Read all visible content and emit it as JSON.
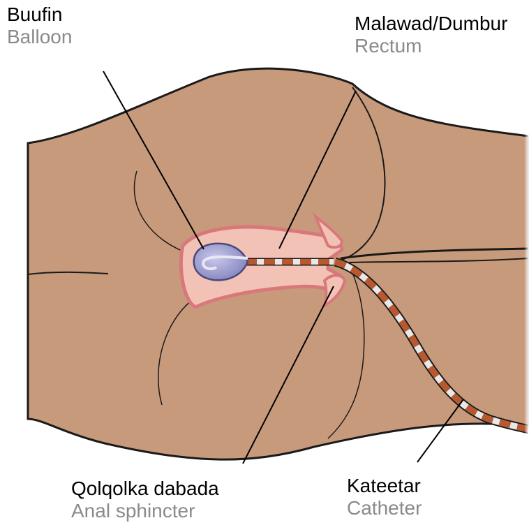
{
  "labels": {
    "balloon": {
      "somali": "Buufin",
      "english": "Balloon"
    },
    "rectum": {
      "somali": "Malawad/Dumbur",
      "english": "Rectum"
    },
    "anal_sphincter": {
      "somali": "Qolqolka dabada",
      "english": "Anal sphincter"
    },
    "catheter": {
      "somali": "Kateetar",
      "english": "Catheter"
    }
  },
  "colors": {
    "skin": "#c89a7c",
    "skin_shadow": "#b98a6c",
    "rectum_tissue": "#f3c2b6",
    "rectum_edge": "#d9787a",
    "balloon": "#8e8ec4",
    "catheter_stripe": "#b8582e",
    "catheter_gap": "#e8e8e8",
    "leader_line": "#000000",
    "english_text": "#8a8a8a"
  }
}
